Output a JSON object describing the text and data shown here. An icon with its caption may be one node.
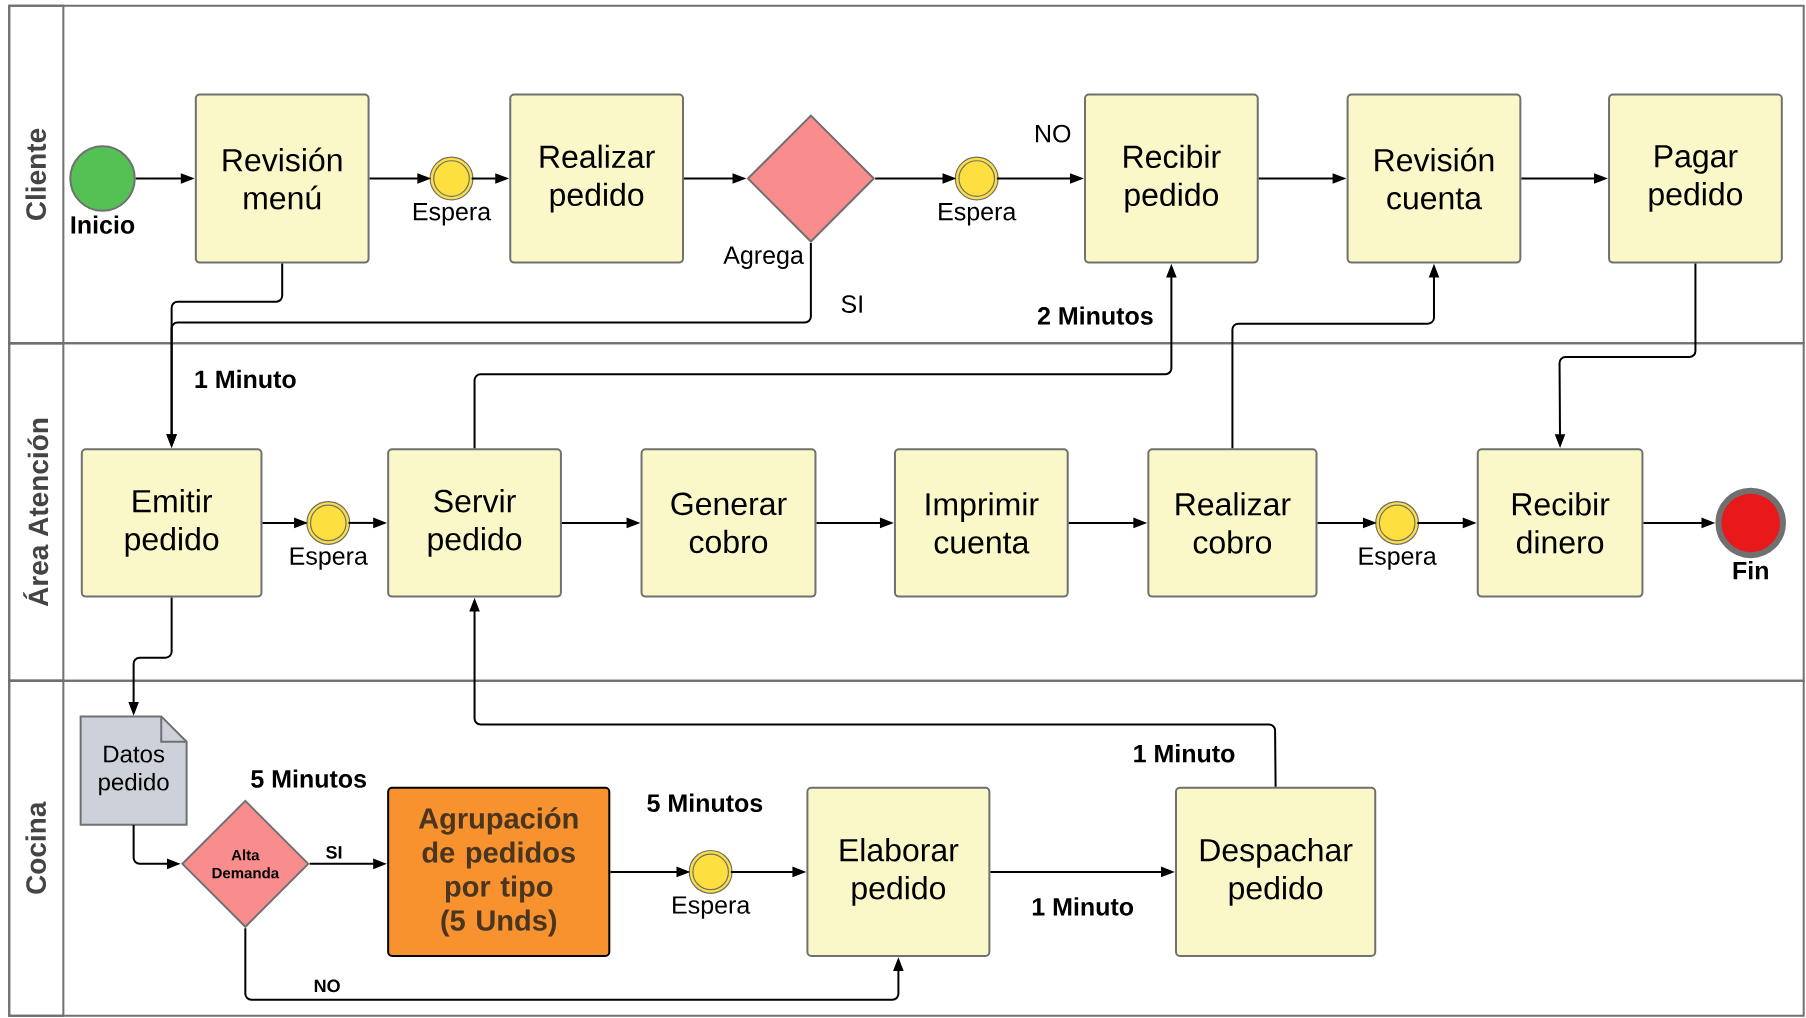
{
  "diagram": {
    "nodes": [
      {
        "text": [
          "Cliente"
        ]
      },
      {
        "text": [
          "Área Atención"
        ]
      },
      {
        "text": [
          "Cocina"
        ]
      },
      {
        "text": [],
        "shape": "circle",
        "beside": [
          "Inicio"
        ],
        "in": 0
      },
      {
        "text": [
          "Revisión menú"
        ],
        "in": 0
      },
      {
        "text": [],
        "shape": "circle",
        "beside": [
          "Espera"
        ],
        "in": 0
      },
      {
        "text": [
          "Realizar pedido"
        ],
        "in": 0
      },
      {
        "text": [],
        "shape": "diamond",
        "beside": [
          "Agrega"
        ],
        "in": 0
      },
      {
        "text": [],
        "shape": "circle",
        "beside": [
          "Espera"
        ],
        "in": 0
      },
      {
        "text": [
          "Recibir pedido"
        ],
        "in": 0
      },
      {
        "text": [
          "Revisión cuenta"
        ],
        "in": 0
      },
      {
        "text": [
          "Pagar pedido"
        ],
        "in": 0
      },
      {
        "text": [
          "Emitir pedido"
        ],
        "in": 1
      },
      {
        "text": [],
        "shape": "circle",
        "beside": [
          "Espera"
        ],
        "in": 1
      },
      {
        "text": [
          "Servir pedido"
        ],
        "in": 1
      },
      {
        "text": [
          "Generar cobro"
        ],
        "in": 1
      },
      {
        "text": [
          "Imprimir cuenta"
        ],
        "in": 1
      },
      {
        "text": [
          "Realizar cobro"
        ],
        "in": 1
      },
      {
        "text": [],
        "shape": "circle",
        "beside": [
          "Espera"
        ],
        "in": 1
      },
      {
        "text": [
          "Recibir dinero"
        ],
        "in": 1
      },
      {
        "text": [],
        "shape": "circle",
        "beside": [
          "Fin"
        ],
        "in": 1
      },
      {
        "text": [
          "Datos pedido"
        ],
        "in": 2
      },
      {
        "text": [
          "Alta Demanda"
        ],
        "beside": [
          "5 Minutos"
        ],
        "in": 2
      },
      {
        "text": [
          "Agrupación de pedidos por tipo (5 Unds)"
        ],
        "in": 2
      },
      {
        "text": [],
        "shape": "circle",
        "beside": [
          "Espera"
        ],
        "in": 2
      },
      {
        "text": [
          "Elaborar pedido"
        ],
        "in": 2
      },
      {
        "text": [
          "Despachar pedido"
        ],
        "in": 2
      }
    ],
    "edges": [
      {
        "from": 3,
        "to": 4,
        "arrow": "to"
      },
      {
        "from": 4,
        "to": 5,
        "arrow": "to"
      },
      {
        "from": 5,
        "to": 6,
        "arrow": "to"
      },
      {
        "from": 6,
        "to": 7,
        "arrow": "to"
      },
      {
        "from": 7,
        "to": 8,
        "arrow": "to"
      },
      {
        "from": 8,
        "to": 9,
        "arrow": "to",
        "label": "NO"
      },
      {
        "from": 9,
        "to": 10,
        "arrow": "to"
      },
      {
        "from": 10,
        "to": 11,
        "arrow": "to"
      },
      {
        "from": 4,
        "to": 12,
        "arrow": "to",
        "label": "1 Minuto"
      },
      {
        "from": 7,
        "to": 12,
        "arrow": "to",
        "label": "SI"
      },
      {
        "from": 14,
        "to": 9,
        "arrow": "to",
        "label": "2 Minutos"
      },
      {
        "from": 17,
        "to": 10,
        "arrow": "to"
      },
      {
        "from": 11,
        "to": 19,
        "arrow": "to"
      },
      {
        "from": 12,
        "to": 13,
        "arrow": "to"
      },
      {
        "from": 13,
        "to": 14,
        "arrow": "to"
      },
      {
        "from": 14,
        "to": 15,
        "arrow": "to"
      },
      {
        "from": 15,
        "to": 16,
        "arrow": "to"
      },
      {
        "from": 16,
        "to": 17,
        "arrow": "to"
      },
      {
        "from": 17,
        "to": 18,
        "arrow": "to"
      },
      {
        "from": 18,
        "to": 19,
        "arrow": "to"
      },
      {
        "from": 19,
        "to": 20,
        "arrow": "to"
      },
      {
        "from": 12,
        "to": 21,
        "arrow": "to"
      },
      {
        "from": 21,
        "to": 22,
        "arrow": "to"
      },
      {
        "from": 22,
        "to": 23,
        "arrow": "to",
        "label": "SI"
      },
      {
        "from": 22,
        "to": 25,
        "arrow": "to",
        "label": "NO"
      },
      {
        "from": 23,
        "to": 24,
        "arrow": "to",
        "label": "5 Minutos"
      },
      {
        "from": 24,
        "to": 25,
        "arrow": "to"
      },
      {
        "from": 25,
        "to": 26,
        "arrow": "to",
        "label": "1 Minuto"
      },
      {
        "from": 26,
        "to": 14,
        "arrow": "to",
        "label": "1 Minuto"
      }
    ]
  }
}
